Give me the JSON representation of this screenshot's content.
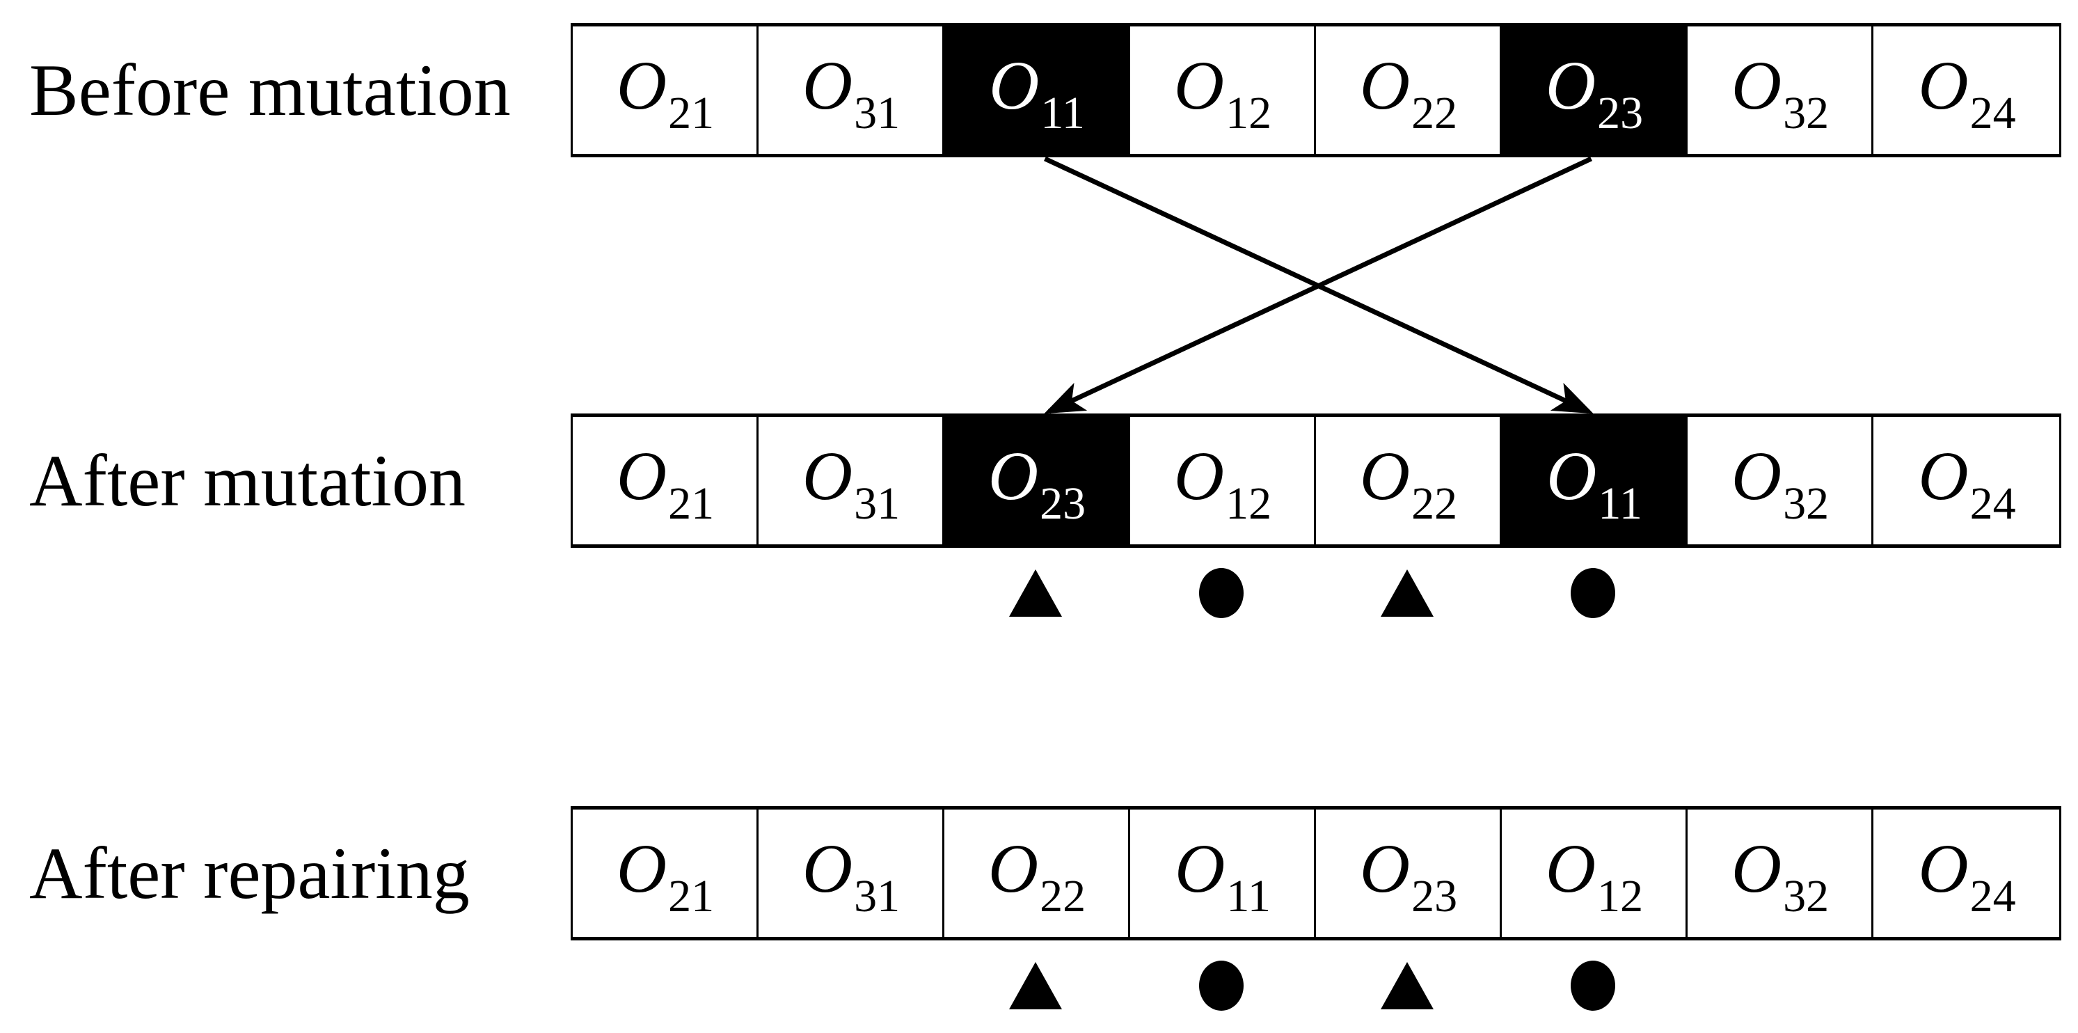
{
  "colors": {
    "background": "#ffffff",
    "cell_background": "#ffffff",
    "cell_text": "#000000",
    "highlight_background": "#000000",
    "highlight_text": "#ffffff",
    "border": "#000000",
    "marker": "#000000",
    "arrow": "#000000"
  },
  "rows": [
    {
      "id": "before-mutation",
      "label": "Before mutation",
      "cells": [
        {
          "base": "O",
          "sub": "21",
          "highlighted": false
        },
        {
          "base": "O",
          "sub": "31",
          "highlighted": false
        },
        {
          "base": "O",
          "sub": "11",
          "highlighted": true
        },
        {
          "base": "O",
          "sub": "12",
          "highlighted": false
        },
        {
          "base": "O",
          "sub": "22",
          "highlighted": false
        },
        {
          "base": "O",
          "sub": "23",
          "highlighted": true
        },
        {
          "base": "O",
          "sub": "32",
          "highlighted": false
        },
        {
          "base": "O",
          "sub": "24",
          "highlighted": false
        }
      ],
      "markers": []
    },
    {
      "id": "after-mutation",
      "label": "After mutation",
      "cells": [
        {
          "base": "O",
          "sub": "21",
          "highlighted": false
        },
        {
          "base": "O",
          "sub": "31",
          "highlighted": false
        },
        {
          "base": "O",
          "sub": "23",
          "highlighted": true
        },
        {
          "base": "O",
          "sub": "12",
          "highlighted": false
        },
        {
          "base": "O",
          "sub": "22",
          "highlighted": false
        },
        {
          "base": "O",
          "sub": "11",
          "highlighted": true
        },
        {
          "base": "O",
          "sub": "32",
          "highlighted": false
        },
        {
          "base": "O",
          "sub": "24",
          "highlighted": false
        }
      ],
      "markers": [
        {
          "shape": "triangle",
          "cell_index": 2
        },
        {
          "shape": "circle",
          "cell_index": 3
        },
        {
          "shape": "triangle",
          "cell_index": 4
        },
        {
          "shape": "circle",
          "cell_index": 5
        }
      ]
    },
    {
      "id": "after-repairing",
      "label": "After repairing",
      "cells": [
        {
          "base": "O",
          "sub": "21",
          "highlighted": false
        },
        {
          "base": "O",
          "sub": "31",
          "highlighted": false
        },
        {
          "base": "O",
          "sub": "22",
          "highlighted": false
        },
        {
          "base": "O",
          "sub": "11",
          "highlighted": false
        },
        {
          "base": "O",
          "sub": "23",
          "highlighted": false
        },
        {
          "base": "O",
          "sub": "12",
          "highlighted": false
        },
        {
          "base": "O",
          "sub": "32",
          "highlighted": false
        },
        {
          "base": "O",
          "sub": "24",
          "highlighted": false
        }
      ],
      "markers": [
        {
          "shape": "triangle",
          "cell_index": 2
        },
        {
          "shape": "circle",
          "cell_index": 3
        },
        {
          "shape": "triangle",
          "cell_index": 4
        },
        {
          "shape": "circle",
          "cell_index": 5
        }
      ]
    }
  ],
  "arrows": [
    {
      "from_row": 0,
      "from_cell": 2,
      "to_row": 1,
      "to_cell": 5
    },
    {
      "from_row": 0,
      "from_cell": 5,
      "to_row": 1,
      "to_cell": 2
    }
  ]
}
